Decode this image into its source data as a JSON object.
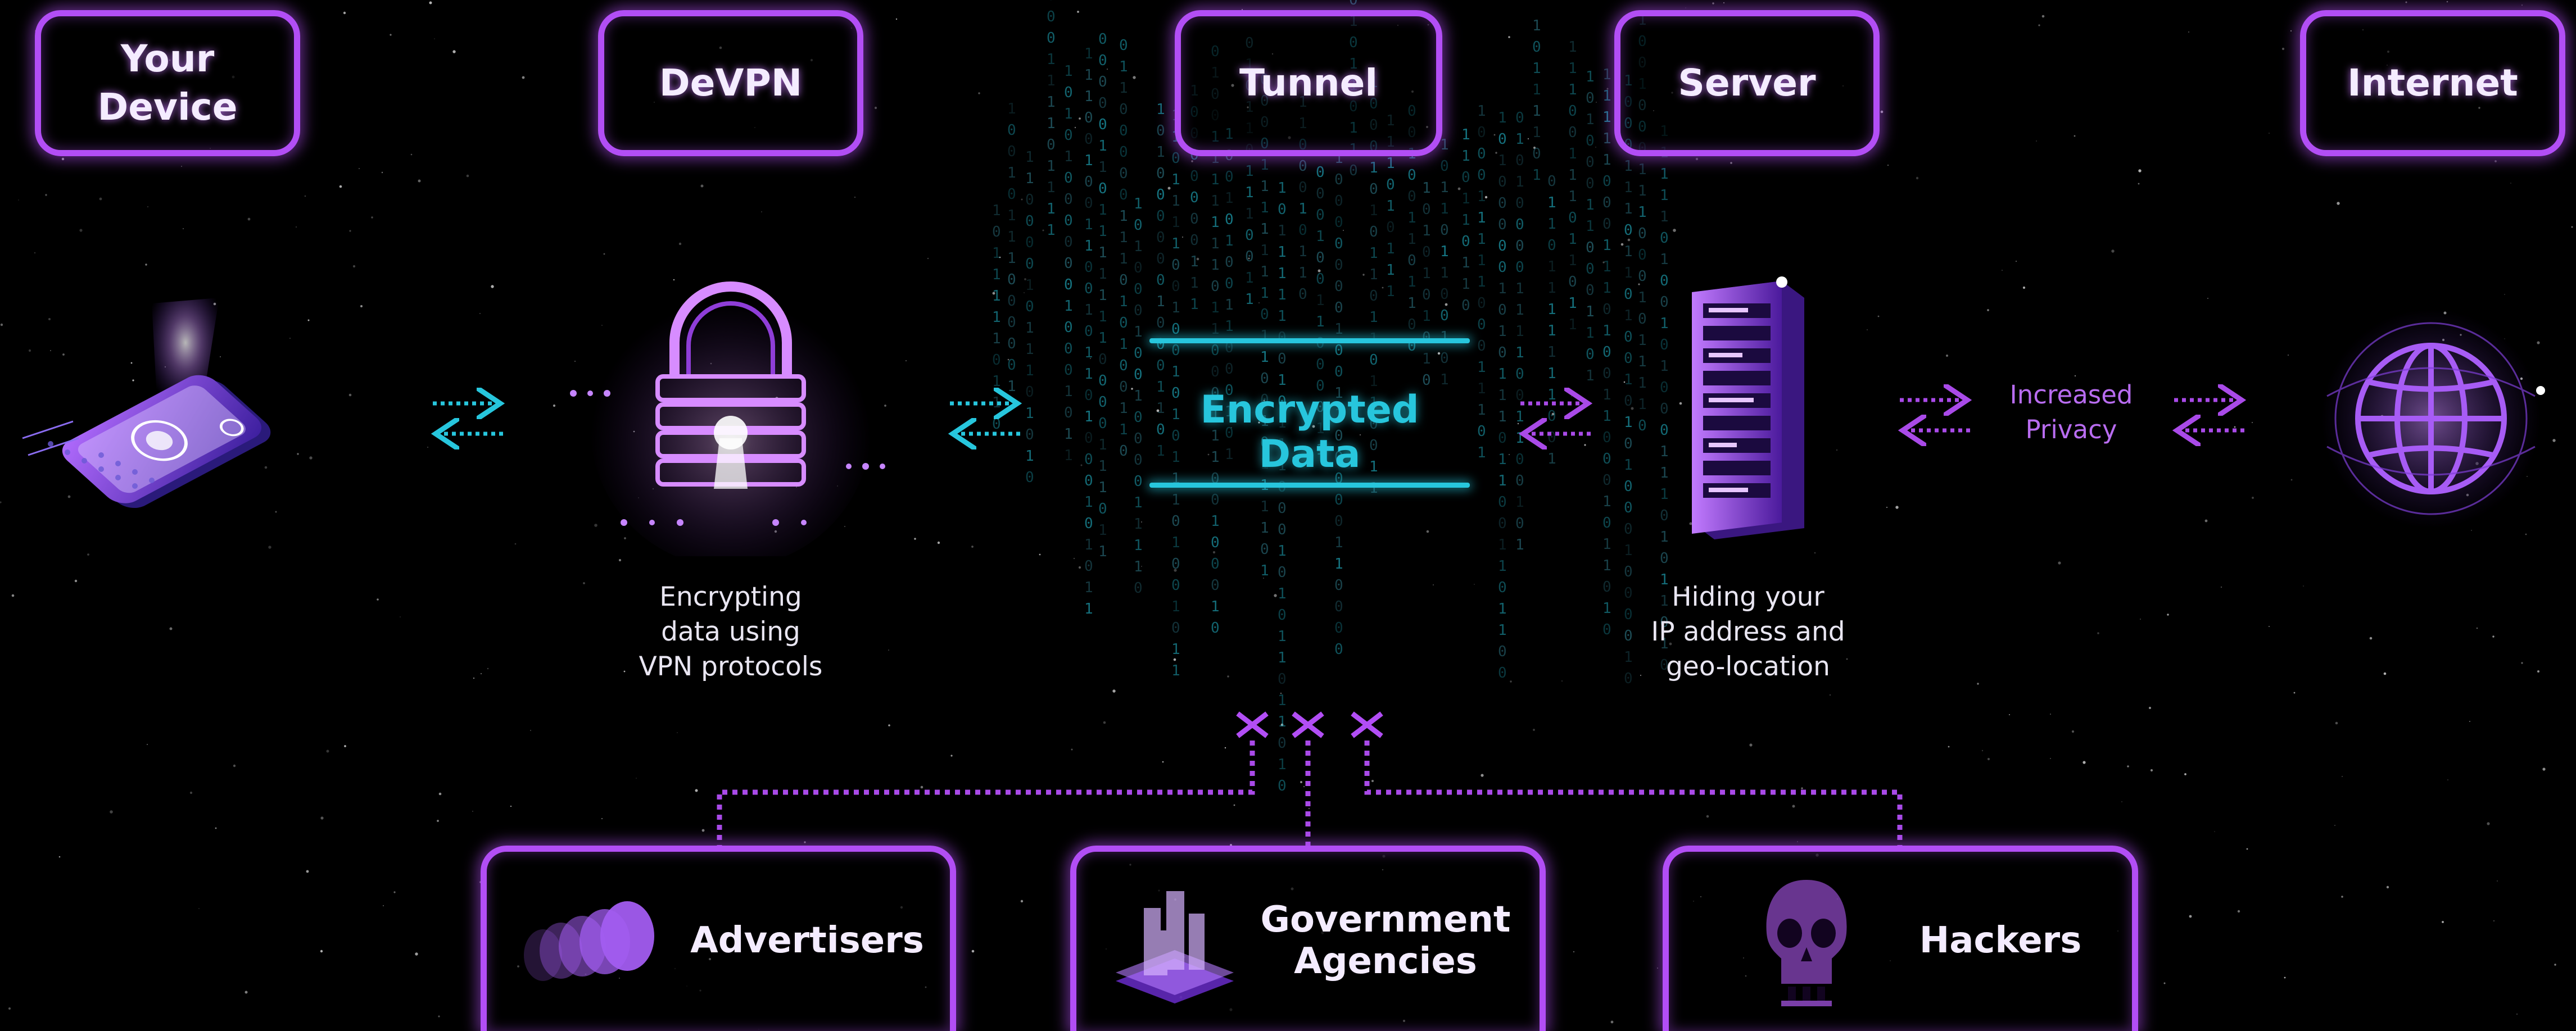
{
  "stages": [
    {
      "id": "device",
      "label": "Your\nDevice"
    },
    {
      "id": "devpn",
      "label": "DeVPN"
    },
    {
      "id": "tunnel",
      "label": "Tunnel"
    },
    {
      "id": "server",
      "label": "Server"
    },
    {
      "id": "internet",
      "label": "Internet"
    }
  ],
  "captions": {
    "devpn": "Encrypting\ndata using\nVPN protocols",
    "server": "Hiding your\nIP address and\ngeo-location"
  },
  "tunnel_label": "Encrypted Data",
  "privacy_label": "Increased\nPrivacy",
  "threats": [
    {
      "id": "advertisers",
      "label": "Advertisers",
      "icon": "crowd-faces-icon"
    },
    {
      "id": "government",
      "label": "Government\nAgencies",
      "icon": "city-buildings-icon"
    },
    {
      "id": "hackers",
      "label": "Hackers",
      "icon": "skull-icon"
    }
  ],
  "colors": {
    "purple": "#b24ef5",
    "cyan": "#27c6dd",
    "dotted_purple": "#a94ae8",
    "background": "#000000"
  }
}
